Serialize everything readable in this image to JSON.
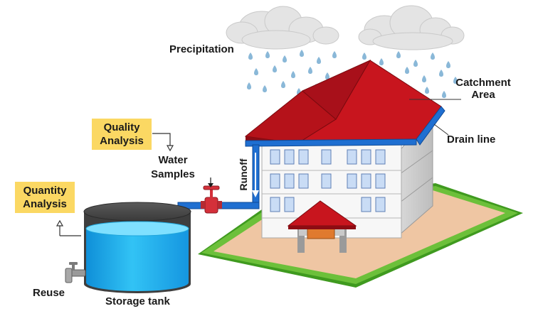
{
  "labels": {
    "precipitation": "Precipitation",
    "catchment_line1": "Catchment",
    "catchment_line2": "Area",
    "drain_line": "Drain line",
    "runoff": "Runoff",
    "water_samples_line1": "Water",
    "water_samples_line2": "Samples",
    "quality_line1": "Quality",
    "quality_line2": "Analysis",
    "quantity_line1": "Quantity",
    "quantity_line2": "Analysis",
    "reuse": "Reuse",
    "storage_tank": "Storage tank"
  },
  "colors": {
    "roof": "#c0141c",
    "pipe": "#1f6fd1",
    "water": "#20b4ef",
    "analysis_box": "#fbd863",
    "ground": "#efc6a3",
    "grass": "#5aae2e",
    "valve": "#d4303a"
  },
  "icons": [
    "cloud-icon",
    "raindrop-icon",
    "valve-icon",
    "faucet-icon",
    "arrow-icon"
  ]
}
